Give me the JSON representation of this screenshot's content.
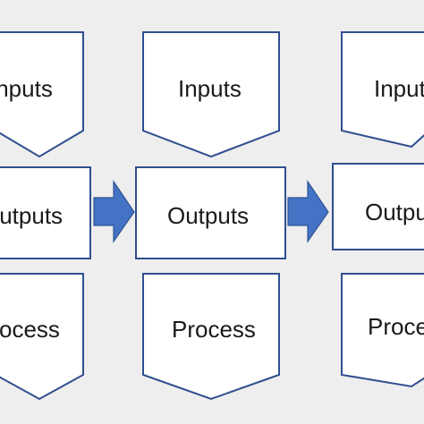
{
  "diagram": {
    "columns": [
      {
        "inputs_label": "Inputs",
        "outputs_label": "Outputs",
        "process_label": "Process"
      },
      {
        "inputs_label": "Inputs",
        "outputs_label": "Outputs",
        "process_label": "Process"
      },
      {
        "inputs_label": "Inputs",
        "outputs_label": "Outputs",
        "process_label": "Process"
      }
    ],
    "colors": {
      "box_fill": "#ffffff",
      "box_stroke": "#2f4f8f",
      "arrow_fill": "#4472c4",
      "background": "#eeeeee"
    }
  }
}
